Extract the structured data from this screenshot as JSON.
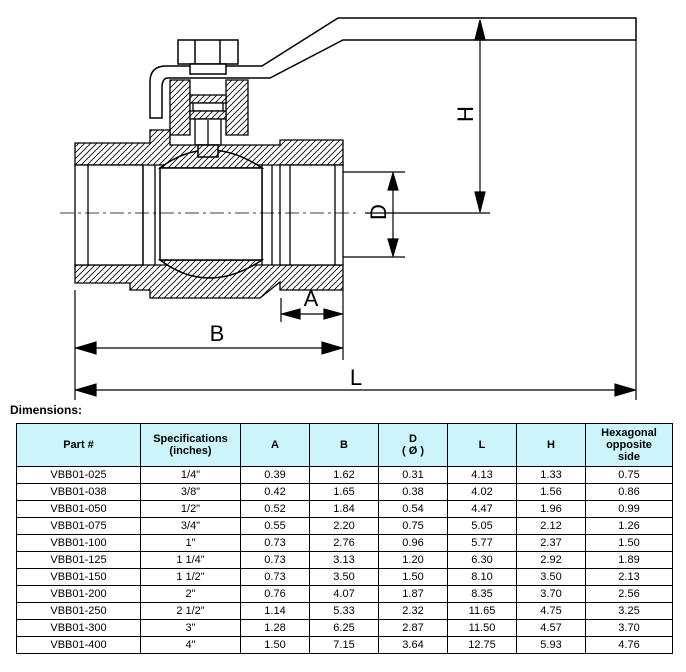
{
  "drawing": {
    "labels": {
      "H": "H",
      "D": "D",
      "A": "A",
      "B": "B",
      "L": "L"
    }
  },
  "section_title": "Dimensions:",
  "table": {
    "headers": {
      "part": "Part #",
      "spec_1": "Specifications",
      "spec_2": "(inches)",
      "a": "A",
      "b": "B",
      "d_1": "D",
      "d_2": "( Ø )",
      "l": "L",
      "h": "H",
      "hex_1": "Hexagonal",
      "hex_2": "opposite",
      "hex_3": "side"
    },
    "rows": [
      [
        "VBB01-025",
        "1/4\"",
        "0.39",
        "1.62",
        "0.31",
        "4.13",
        "1.33",
        "0.75"
      ],
      [
        "VBB01-038",
        "3/8\"",
        "0.42",
        "1.65",
        "0.38",
        "4.02",
        "1.56",
        "0.86"
      ],
      [
        "VBB01-050",
        "1/2\"",
        "0.52",
        "1.84",
        "0.54",
        "4.47",
        "1.96",
        "0.99"
      ],
      [
        "VBB01-075",
        "3/4\"",
        "0.55",
        "2.20",
        "0.75",
        "5.05",
        "2.12",
        "1.26"
      ],
      [
        "VBB01-100",
        "1\"",
        "0.73",
        "2.76",
        "0.96",
        "5.77",
        "2.37",
        "1.50"
      ],
      [
        "VBB01-125",
        "1 1/4\"",
        "0.73",
        "3.13",
        "1.20",
        "6.30",
        "2.92",
        "1.89"
      ],
      [
        "VBB01-150",
        "1 1/2\"",
        "0.73",
        "3.50",
        "1.50",
        "8.10",
        "3.50",
        "2.13"
      ],
      [
        "VBB01-200",
        "2\"",
        "0.76",
        "4.07",
        "1.87",
        "8.35",
        "3.70",
        "2.56"
      ],
      [
        "VBB01-250",
        "2 1/2\"",
        "1.14",
        "5.33",
        "2.32",
        "11.65",
        "4.75",
        "3.25"
      ],
      [
        "VBB01-300",
        "3\"",
        "1.28",
        "6.25",
        "2.87",
        "11.50",
        "4.57",
        "3.70"
      ],
      [
        "VBB01-400",
        "4\"",
        "1.50",
        "7.15",
        "3.64",
        "12.75",
        "5.93",
        "4.76"
      ]
    ]
  }
}
